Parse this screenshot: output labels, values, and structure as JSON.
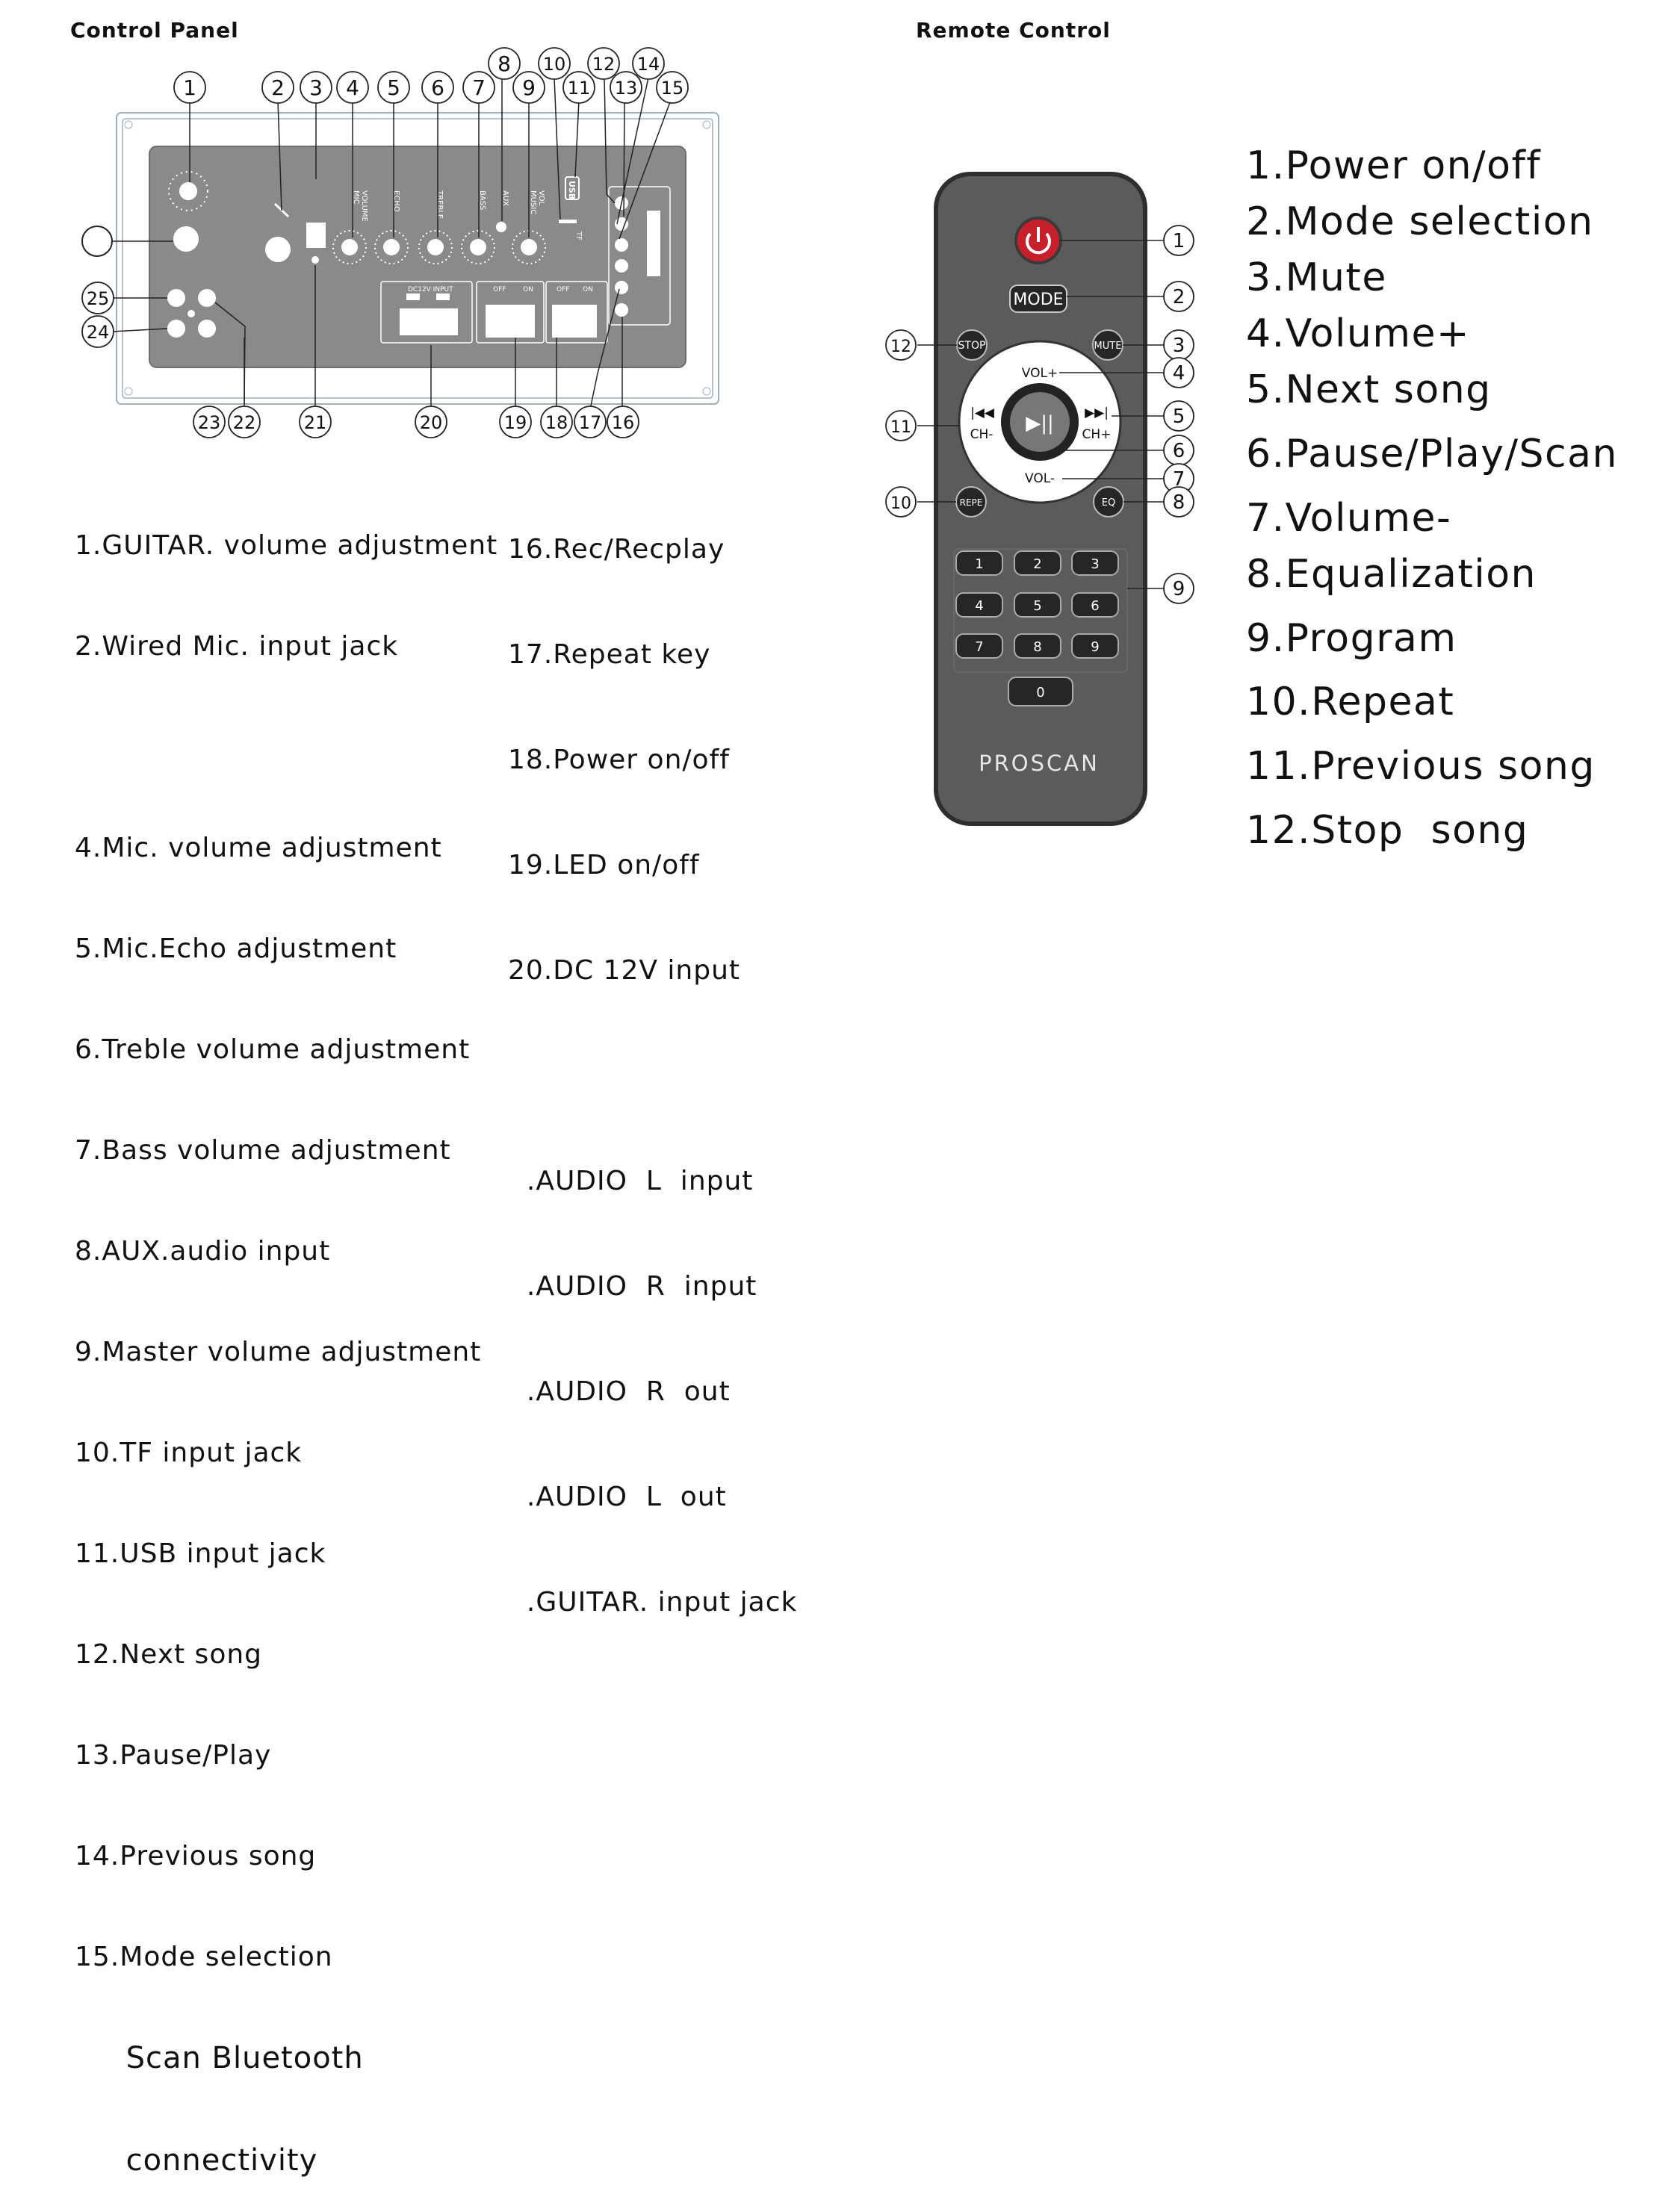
{
  "panel": {
    "title": "Control Panel",
    "callouts": [
      "1",
      "2",
      "3",
      "4",
      "5",
      "6",
      "7",
      "8",
      "9",
      "10",
      "11",
      "12",
      "13",
      "14",
      "15",
      "16",
      "17",
      "18",
      "19",
      "20",
      "21",
      "22",
      "23",
      "24",
      "25"
    ],
    "knob_labels": [
      "MIC\nVOLUME",
      "ECHO",
      "TREBLE",
      "BASS",
      "AUX",
      "MUSIC\nVOL"
    ],
    "dc_label": "DC12V INPUT",
    "usb_label": "USB",
    "tf_label": "TF",
    "switch_labels": [
      "OFF",
      "ON"
    ],
    "items_left": [
      "1.GUITAR. volume adjustment",
      "2.Wired Mic. input jack",
      "",
      "4.Mic. volume adjustment",
      "5.Mic.Echo adjustment",
      "6.Treble volume adjustment",
      "7.Bass volume adjustment",
      "8.AUX.audio input",
      "9.Master volume adjustment",
      "10.TF input jack",
      "11.USB input jack",
      "12.Next song",
      "13.Pause/Play",
      "14.Previous song",
      "15.Mode selection",
      "     Scan Bluetooth",
      "     connectivity"
    ],
    "items_mid": [
      "16.Rec/Recplay",
      "17.Repeat key",
      "18.Power on/off",
      "19.LED on/off",
      "20.DC 12V input",
      "",
      "  .AUDIO  L  input",
      "  .AUDIO  R  input",
      "  .AUDIO  R  out",
      "  .AUDIO  L  out",
      "  .GUITAR. input jack"
    ]
  },
  "remote": {
    "title": "Remote Control",
    "brand": "PROSCAN",
    "buttons": {
      "mode": "MODE",
      "stop": "STOP",
      "mute": "MUTE",
      "vol_up": "VOL+",
      "vol_down": "VOL-",
      "ch_down": "CH-",
      "ch_up": "CH+",
      "repe": "REPE",
      "eq": "EQ",
      "digits": [
        "1",
        "2",
        "3",
        "4",
        "5",
        "6",
        "7",
        "8",
        "9",
        "0"
      ]
    },
    "callouts": [
      "1",
      "2",
      "3",
      "4",
      "5",
      "6",
      "7",
      "8",
      "9",
      "10",
      "11",
      "12"
    ],
    "items": [
      "1.Power on/off",
      "2.Mode selection",
      "3.Mute",
      "4.Volume+",
      "5.Next song",
      "6.Pause/Play/Scan",
      "7.Volume-",
      "8.Equalization",
      "9.Program",
      "10.Repeat",
      "11.Previous song",
      "12.Stop  song"
    ]
  },
  "colors": {
    "remote_body": "#5b5b5b",
    "remote_edge": "#2e2e2e",
    "panel_face": "#8a8a8a",
    "power_red": "#c8202a"
  }
}
